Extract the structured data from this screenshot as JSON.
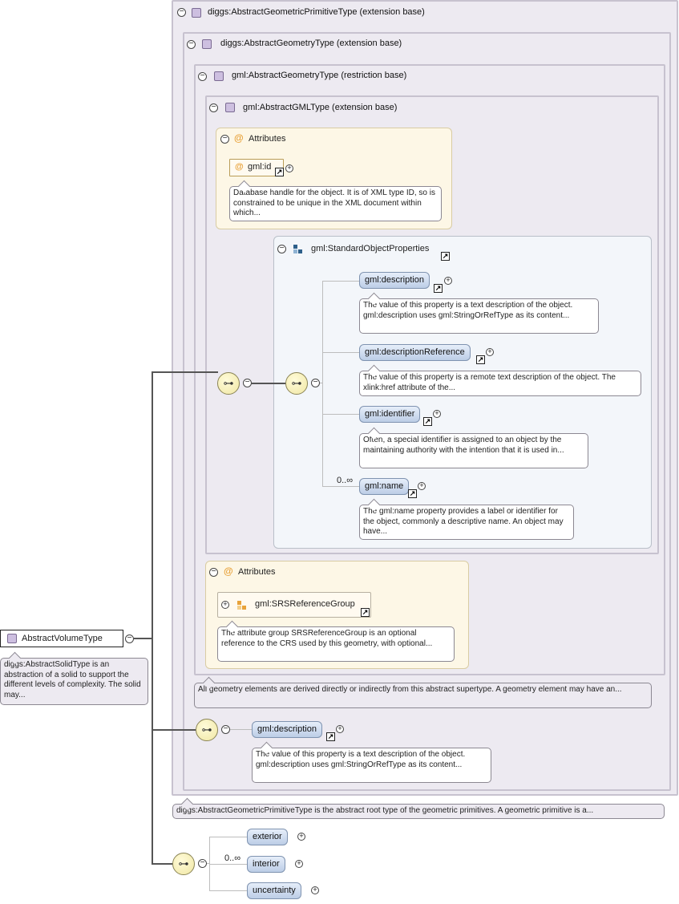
{
  "root": {
    "name": "AbstractVolumeType",
    "doc": "diggs:AbstractSolidType is an abstraction of a solid to support the different levels of complexity. The solid may..."
  },
  "frames": {
    "f1_title": "diggs:AbstractGeometricPrimitiveType (extension base)",
    "f2_title": "diggs:AbstractGeometryType (extension base)",
    "f3_title": "gml:AbstractGeometryType (restriction base)",
    "f4_title": "gml:AbstractGMLType (extension base)"
  },
  "attributes1": {
    "title": "Attributes",
    "at_symbol": "@",
    "item": "gml:id",
    "doc": "Database handle for the object. It is of XML type ID, so is constrained to be unique in the XML document within which..."
  },
  "std_group": {
    "title": "gml:StandardObjectProperties",
    "elements": [
      {
        "name": "gml:description",
        "doc": "The value of this property is a text description of the object. gml:description uses gml:StringOrRefType as its content..."
      },
      {
        "name": "gml:descriptionReference",
        "doc": "The value of this property is a remote text description of the object. The xlink:href attribute of the..."
      },
      {
        "name": "gml:identifier",
        "doc": "Often, a special identifier is assigned to an object by the maintaining authority with the intention that it is used in..."
      },
      {
        "name": "gml:name",
        "doc": "The gml:name property provides a label or identifier for the object, commonly a descriptive name. An object may have...",
        "cardinality": "0..∞"
      }
    ]
  },
  "attributes2": {
    "title": "Attributes",
    "item": "gml:SRSReferenceGroup",
    "doc": "The attribute group SRSReferenceGroup is an optional reference to the CRS used by this geometry, with optional..."
  },
  "f3_doc": "All geometry elements are derived directly or indirectly from this abstract supertype. A geometry element may have an...",
  "f2_seq": {
    "element": "gml:description",
    "doc": "The value of this property is a text description of the object. gml:description uses gml:StringOrRefType as its content..."
  },
  "f1_doc": "diggs:AbstractGeometricPrimitiveType is the abstract root type of the geometric primitives. A geometric primitive is a...",
  "bottom_seq": {
    "elements": [
      {
        "name": "exterior"
      },
      {
        "name": "interior",
        "cardinality": "0..∞"
      },
      {
        "name": "uncertainty"
      }
    ]
  },
  "symbols": {
    "minus": "−",
    "plus": "+",
    "link": "↗",
    "compositor": "⊶"
  }
}
